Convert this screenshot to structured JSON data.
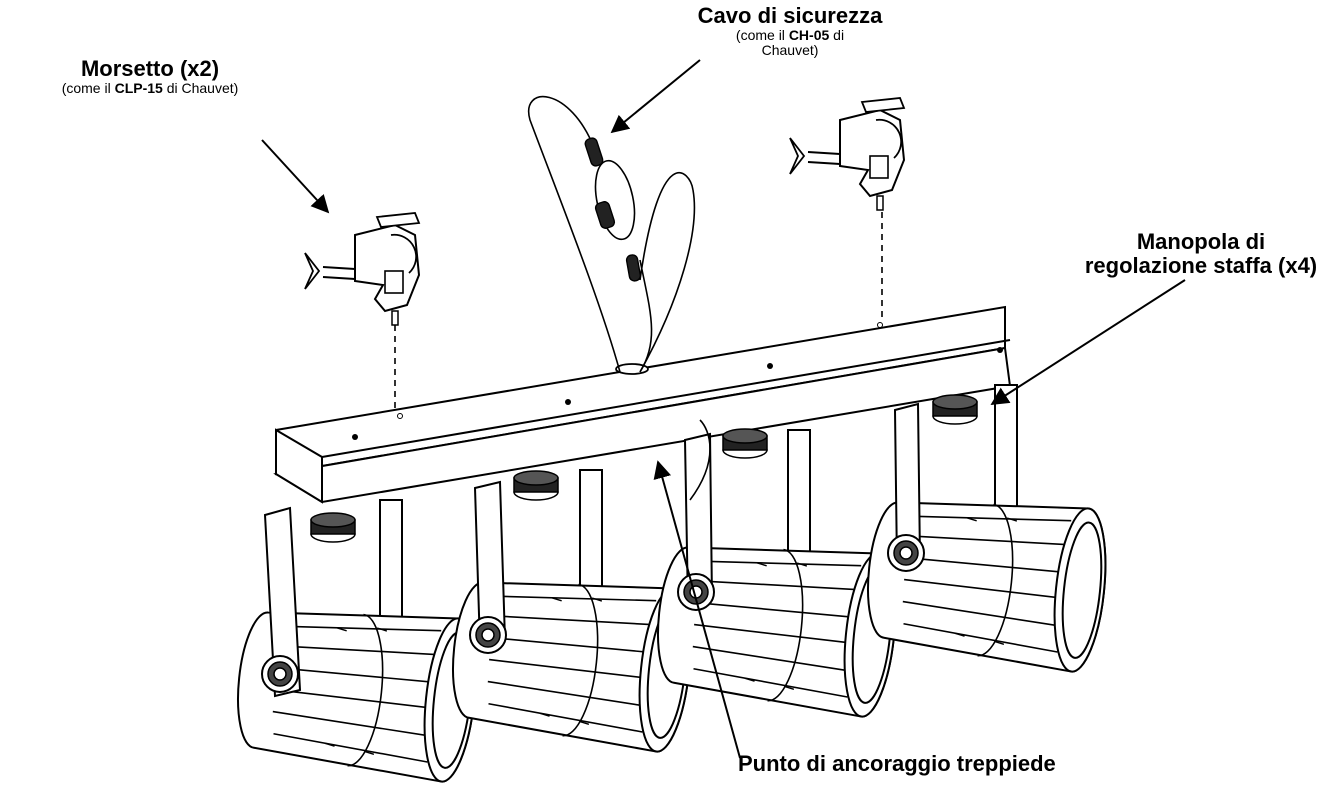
{
  "labels": {
    "clamp": {
      "title": "Morsetto (x2)",
      "sub_pre": "(come il ",
      "sub_bold": "CLP-15",
      "sub_post": " di Chauvet)"
    },
    "safety": {
      "title": "Cavo di sicurezza",
      "sub_pre": "(come il ",
      "sub_bold": "CH-05",
      "sub_post": " di",
      "sub_line2": "Chauvet)"
    },
    "knob": {
      "line1": "Manopola di",
      "line2": "regolazione staffa (x4)"
    },
    "tripod": {
      "title": "Punto di ancoraggio treppiede"
    }
  },
  "colors": {
    "line": "#000000",
    "fill": "#ffffff"
  }
}
